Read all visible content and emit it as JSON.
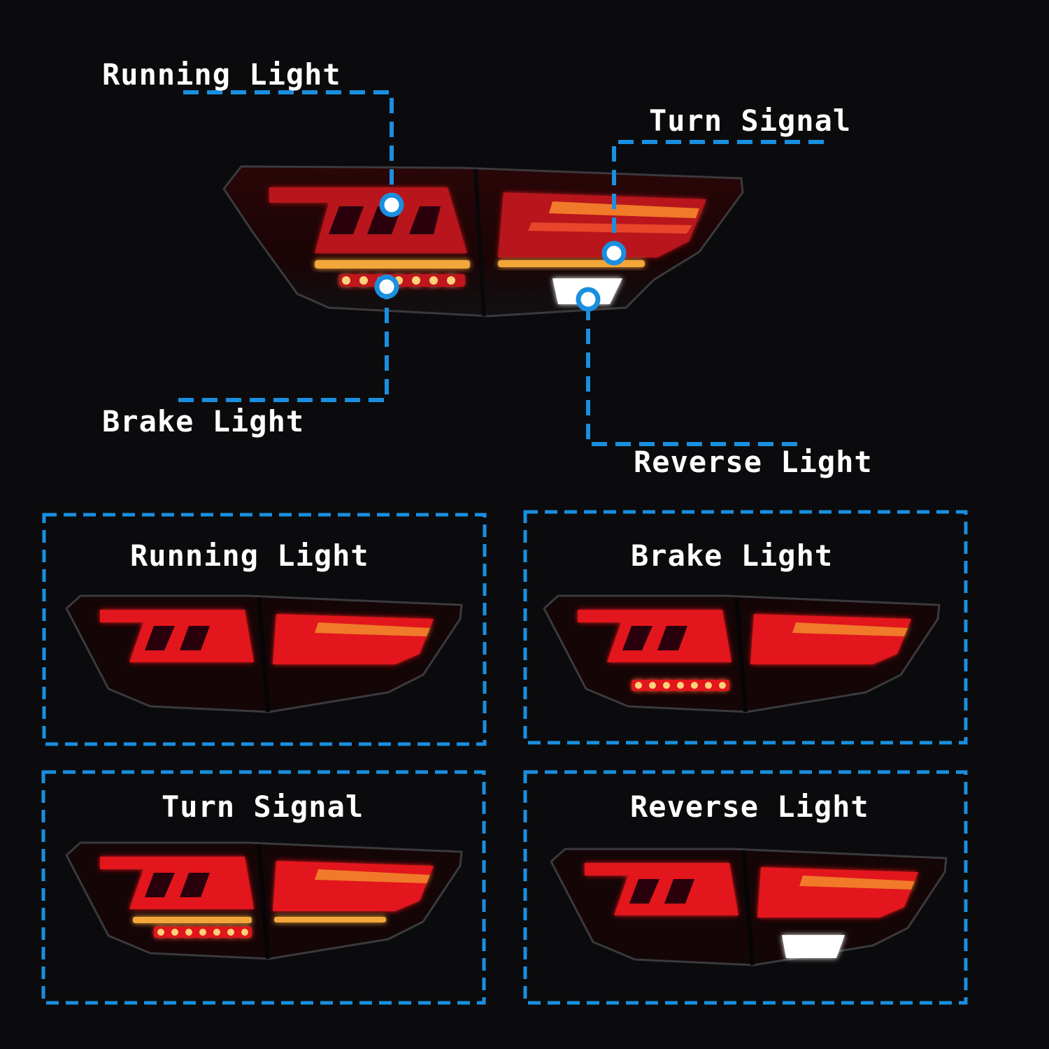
{
  "colors": {
    "background": "#0b0b0d",
    "callout_line": "#1a8fe0",
    "label_text": "#ffffff",
    "lamp_red": "#e2161d",
    "lamp_amber": "#f3a73a",
    "reverse_white": "#ffffff"
  },
  "callouts": {
    "running_light": "Running Light",
    "turn_signal": "Turn Signal",
    "brake_light": "Brake Light",
    "reverse_light": "Reverse Light"
  },
  "panels": [
    {
      "title": "Running Light",
      "mode": "running"
    },
    {
      "title": "Brake Light",
      "mode": "brake"
    },
    {
      "title": "Turn Signal",
      "mode": "turn"
    },
    {
      "title": "Reverse Light",
      "mode": "reverse"
    }
  ]
}
